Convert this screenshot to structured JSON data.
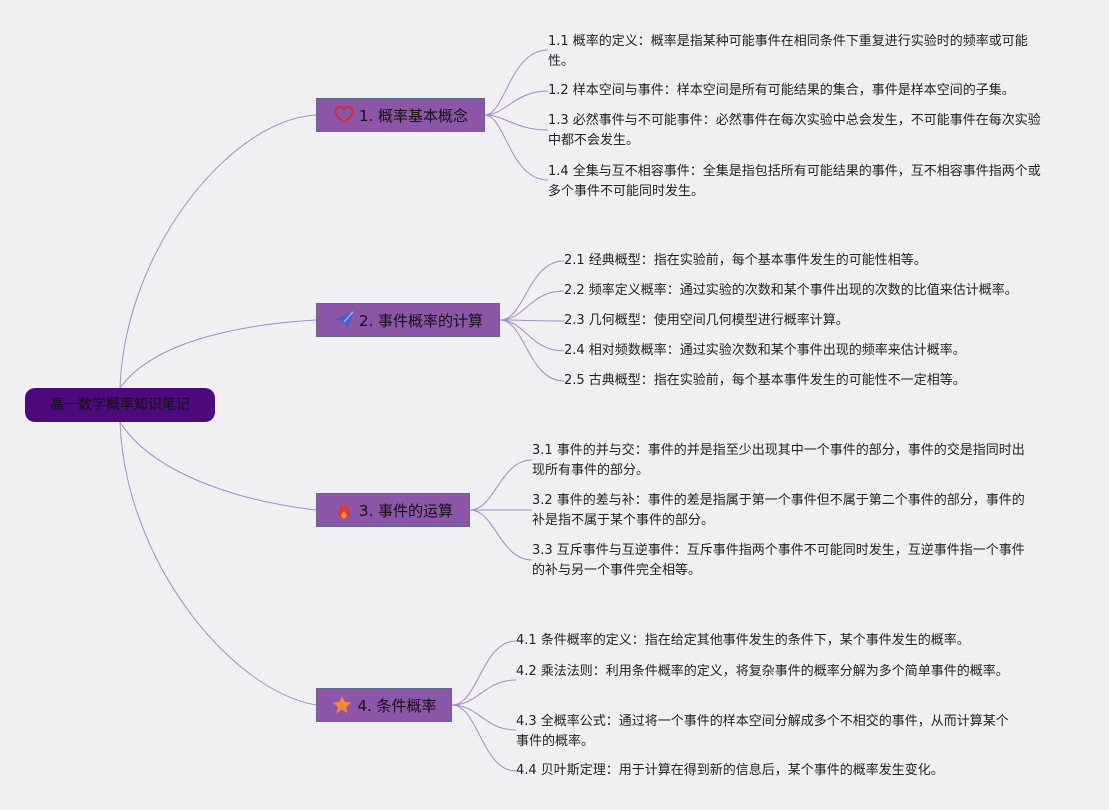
{
  "root": {
    "label": "高一数学概率知识笔记"
  },
  "branches": [
    {
      "label": "1. 概率基本概念",
      "icon": "heart-icon",
      "children": [
        "1.1 概率的定义：概率是指某种可能事件在相同条件下重复进行实验时的频率或可能性。",
        "1.2 样本空间与事件：样本空间是所有可能结果的集合，事件是样本空间的子集。",
        "1.3 必然事件与不可能事件：必然事件在每次实验中总会发生，不可能事件在每次实验中都不会发生。",
        "1.4 全集与互不相容事件：全集是指包括所有可能结果的事件，互不相容事件指两个或多个事件不可能同时发生。"
      ]
    },
    {
      "label": "2. 事件概率的计算",
      "icon": "paper-plane-icon",
      "children": [
        "2.1 经典概型：指在实验前，每个基本事件发生的可能性相等。",
        "2.2 频率定义概率：通过实验的次数和某个事件出现的次数的比值来估计概率。",
        "2.3 几何概型：使用空间几何模型进行概率计算。",
        "2.4 相对频数概率：通过实验次数和某个事件出现的频率来估计概率。",
        "2.5 古典概型：指在实验前，每个基本事件发生的可能性不一定相等。"
      ]
    },
    {
      "label": "3. 事件的运算",
      "icon": "fire-icon",
      "children": [
        "3.1 事件的并与交：事件的并是指至少出现其中一个事件的部分，事件的交是指同时出现所有事件的部分。",
        "3.2 事件的差与补：事件的差是指属于第一个事件但不属于第二个事件的部分，事件的补是指不属于某个事件的部分。",
        "3.3 互斥事件与互逆事件：互斥事件指两个事件不可能同时发生，互逆事件指一个事件的补与另一个事件完全相等。"
      ]
    },
    {
      "label": "4. 条件概率",
      "icon": "star-icon",
      "children": [
        "4.1 条件概率的定义：指在给定其他事件发生的条件下，某个事件发生的概率。",
        "4.2 乘法法则：利用条件概率的定义，将复杂事件的概率分解为多个简单事件的概率。",
        "4.3 全概率公式：通过将一个事件的样本空间分解成多个不相交的事件，从而计算某个事件的概率。",
        "4.4 贝叶斯定理：用于计算在得到新的信息后，某个事件的概率发生变化。"
      ]
    }
  ],
  "colors": {
    "background": "#f0f0f3",
    "root_fill": "#4d0a7d",
    "branch_fill": "#8c55a8",
    "branch_border": "#5a6b86",
    "link": "#a58ac4",
    "heart": "#e0282a",
    "plane": "#3b63c9",
    "fire": "#e2362c",
    "star": "#f08a34"
  }
}
